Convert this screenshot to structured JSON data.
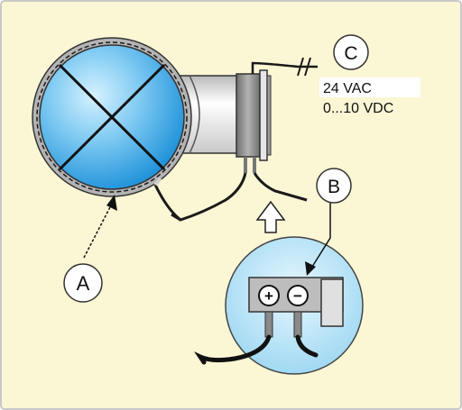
{
  "colors": {
    "background": "#fbf6d4",
    "frame": "#c8c8c8",
    "damper_blue_light": "#bde8fb",
    "damper_blue_dark": "#1a8fd8",
    "callout_circle_fill": "#bfe6f7",
    "actuator_gray": "#8e8e8e",
    "wire": "#1a1a1a"
  },
  "labels": {
    "a": "A",
    "b": "B",
    "c": "C"
  },
  "supply": {
    "line1": "24 VAC",
    "line2": "0...10 VDC"
  },
  "terminals": {
    "plus": "+",
    "minus": "−"
  },
  "icons": [
    "damper-disc-icon",
    "actuator-icon",
    "terminal-block-icon",
    "up-arrow-icon",
    "cable-icon"
  ]
}
